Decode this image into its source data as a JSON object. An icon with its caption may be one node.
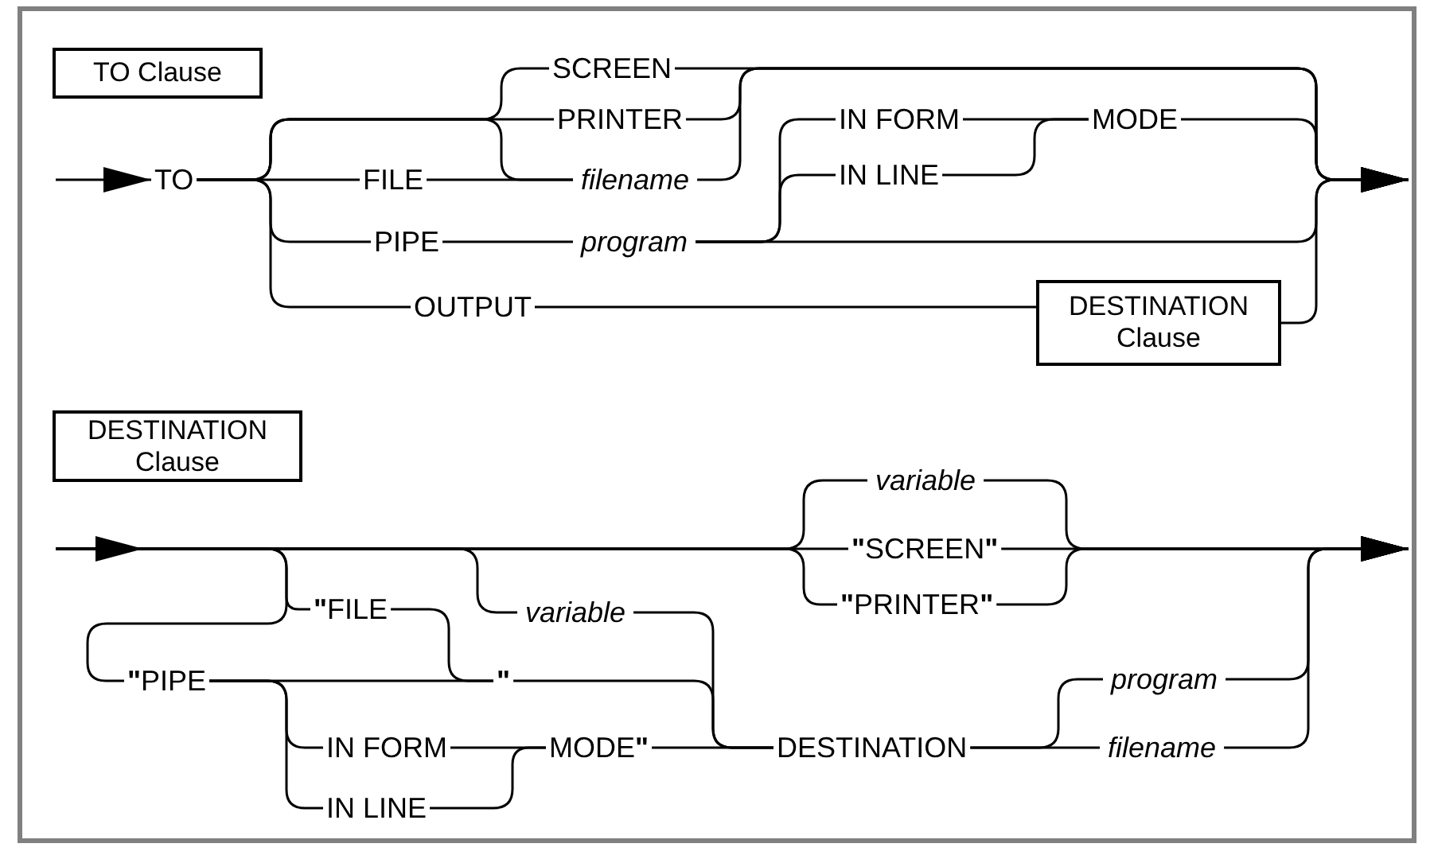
{
  "diagram": {
    "nodes": [
      {
        "text": [
          "TO Clause"
        ]
      },
      {
        "text": [
          "TO"
        ]
      },
      {
        "text": [
          "SCREEN"
        ]
      },
      {
        "text": [
          "PRINTER"
        ]
      },
      {
        "text": [
          "FILE"
        ]
      },
      {
        "text": [
          "filename"
        ]
      },
      {
        "text": [
          "PIPE"
        ]
      },
      {
        "text": [
          "program"
        ]
      },
      {
        "text": [
          "IN FORM"
        ]
      },
      {
        "text": [
          "IN LINE"
        ]
      },
      {
        "text": [
          "MODE"
        ]
      },
      {
        "text": [
          "OUTPUT"
        ]
      },
      {
        "text": [
          "DESTINATION Clause"
        ]
      },
      {
        "text": [
          "DESTINATION Clause"
        ]
      },
      {
        "text": [
          "**\"**FILE"
        ]
      },
      {
        "text": [
          "**\"**PIPE"
        ]
      },
      {
        "text": [
          "variable"
        ]
      },
      {
        "text": [
          "\""
        ]
      },
      {
        "text": [
          "IN FORM"
        ]
      },
      {
        "text": [
          "IN LINE"
        ]
      },
      {
        "text": [
          "MODE**\"**"
        ]
      },
      {
        "text": [
          "DESTINATION"
        ]
      },
      {
        "text": [
          "variable"
        ]
      },
      {
        "text": [
          "**\"**SCREEN**\"**"
        ]
      },
      {
        "text": [
          "**\"**PRINTER**\"**"
        ]
      },
      {
        "text": [
          "program"
        ]
      },
      {
        "text": [
          "filename"
        ]
      }
    ],
    "edges": [
      {
        "from": null,
        "to": 1,
        "arrow": "to"
      },
      {
        "from": 1,
        "to": 2,
        "arrow": "none"
      },
      {
        "from": 1,
        "to": 3,
        "arrow": "none"
      },
      {
        "from": 1,
        "to": 5,
        "arrow": "none"
      },
      {
        "from": 1,
        "to": 4,
        "arrow": "none"
      },
      {
        "from": 4,
        "to": 5,
        "arrow": "none"
      },
      {
        "from": 1,
        "to": 6,
        "arrow": "none"
      },
      {
        "from": 1,
        "to": 11,
        "arrow": "none"
      },
      {
        "from": 6,
        "to": 7,
        "arrow": "none"
      },
      {
        "from": 2,
        "to": null,
        "arrow": "to"
      },
      {
        "from": 3,
        "to": null,
        "arrow": "to"
      },
      {
        "from": 5,
        "to": null,
        "arrow": "to"
      },
      {
        "from": 7,
        "to": 8,
        "arrow": "none"
      },
      {
        "from": 7,
        "to": 9,
        "arrow": "none"
      },
      {
        "from": 7,
        "to": null,
        "arrow": "to"
      },
      {
        "from": 8,
        "to": 10,
        "arrow": "none"
      },
      {
        "from": 9,
        "to": 10,
        "arrow": "none"
      },
      {
        "from": 10,
        "to": null,
        "arrow": "to"
      },
      {
        "from": 11,
        "to": 12,
        "arrow": "none"
      },
      {
        "from": 12,
        "to": null,
        "arrow": "to"
      },
      {
        "from": null,
        "to": 14,
        "arrow": "none"
      },
      {
        "from": null,
        "to": 15,
        "arrow": "none"
      },
      {
        "from": null,
        "to": 16,
        "arrow": "none"
      },
      {
        "from": null,
        "to": 22,
        "arrow": "none"
      },
      {
        "from": null,
        "to": 23,
        "arrow": "none"
      },
      {
        "from": null,
        "to": 24,
        "arrow": "none"
      },
      {
        "from": 14,
        "to": 17,
        "arrow": "none"
      },
      {
        "from": 15,
        "to": 17,
        "arrow": "none"
      },
      {
        "from": 15,
        "to": 18,
        "arrow": "none"
      },
      {
        "from": 15,
        "to": 19,
        "arrow": "none"
      },
      {
        "from": 18,
        "to": 20,
        "arrow": "none"
      },
      {
        "from": 19,
        "to": 20,
        "arrow": "none"
      },
      {
        "from": 17,
        "to": 21,
        "arrow": "none"
      },
      {
        "from": 16,
        "to": 21,
        "arrow": "none"
      },
      {
        "from": 20,
        "to": 21,
        "arrow": "none"
      },
      {
        "from": 21,
        "to": 25,
        "arrow": "none"
      },
      {
        "from": 21,
        "to": 26,
        "arrow": "none"
      },
      {
        "from": 25,
        "to": null,
        "arrow": "to"
      },
      {
        "from": 26,
        "to": null,
        "arrow": "to"
      },
      {
        "from": 22,
        "to": null,
        "arrow": "to"
      },
      {
        "from": 23,
        "to": null,
        "arrow": "to"
      },
      {
        "from": 24,
        "to": null,
        "arrow": "to"
      }
    ]
  }
}
